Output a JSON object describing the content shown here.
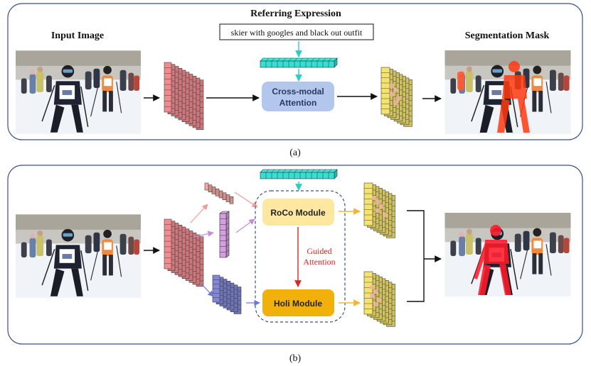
{
  "panel_a": {
    "title": "Referring Expression",
    "expression": "skier with googles and black out outfit",
    "input_label": "Input Image",
    "output_label": "Segmentation Mask",
    "attention_label_line1": "Cross-modal",
    "attention_label_line2": "Attention",
    "caption": "(a)",
    "mask_highlight_color": "#ff4a1a"
  },
  "panel_b": {
    "roco_label": "RoCo Module",
    "holi_label": "Holi Module",
    "guided_line1": "Guided",
    "guided_line2": "Attention",
    "caption": "(b)",
    "mask_highlight_color": "#ff1a2a"
  },
  "colors": {
    "panel_border": "#3a4f86",
    "text_embedding": "#33e0d2",
    "visual_feature": "#f08c90",
    "mask_feature": "#f4e36e",
    "mask_feature_hot": "#eeb3a4",
    "attention_box": "#b3c6ec",
    "roco_box": "#fde7a1",
    "holi_box": "#f2b10a",
    "branch_upper": "#f5a9a5",
    "branch_middle": "#d49ee0",
    "branch_lower": "#8388d6",
    "arrow_orange": "#f3b534",
    "guided_red": "#e42222",
    "dashed_box": "#3a4f86"
  }
}
